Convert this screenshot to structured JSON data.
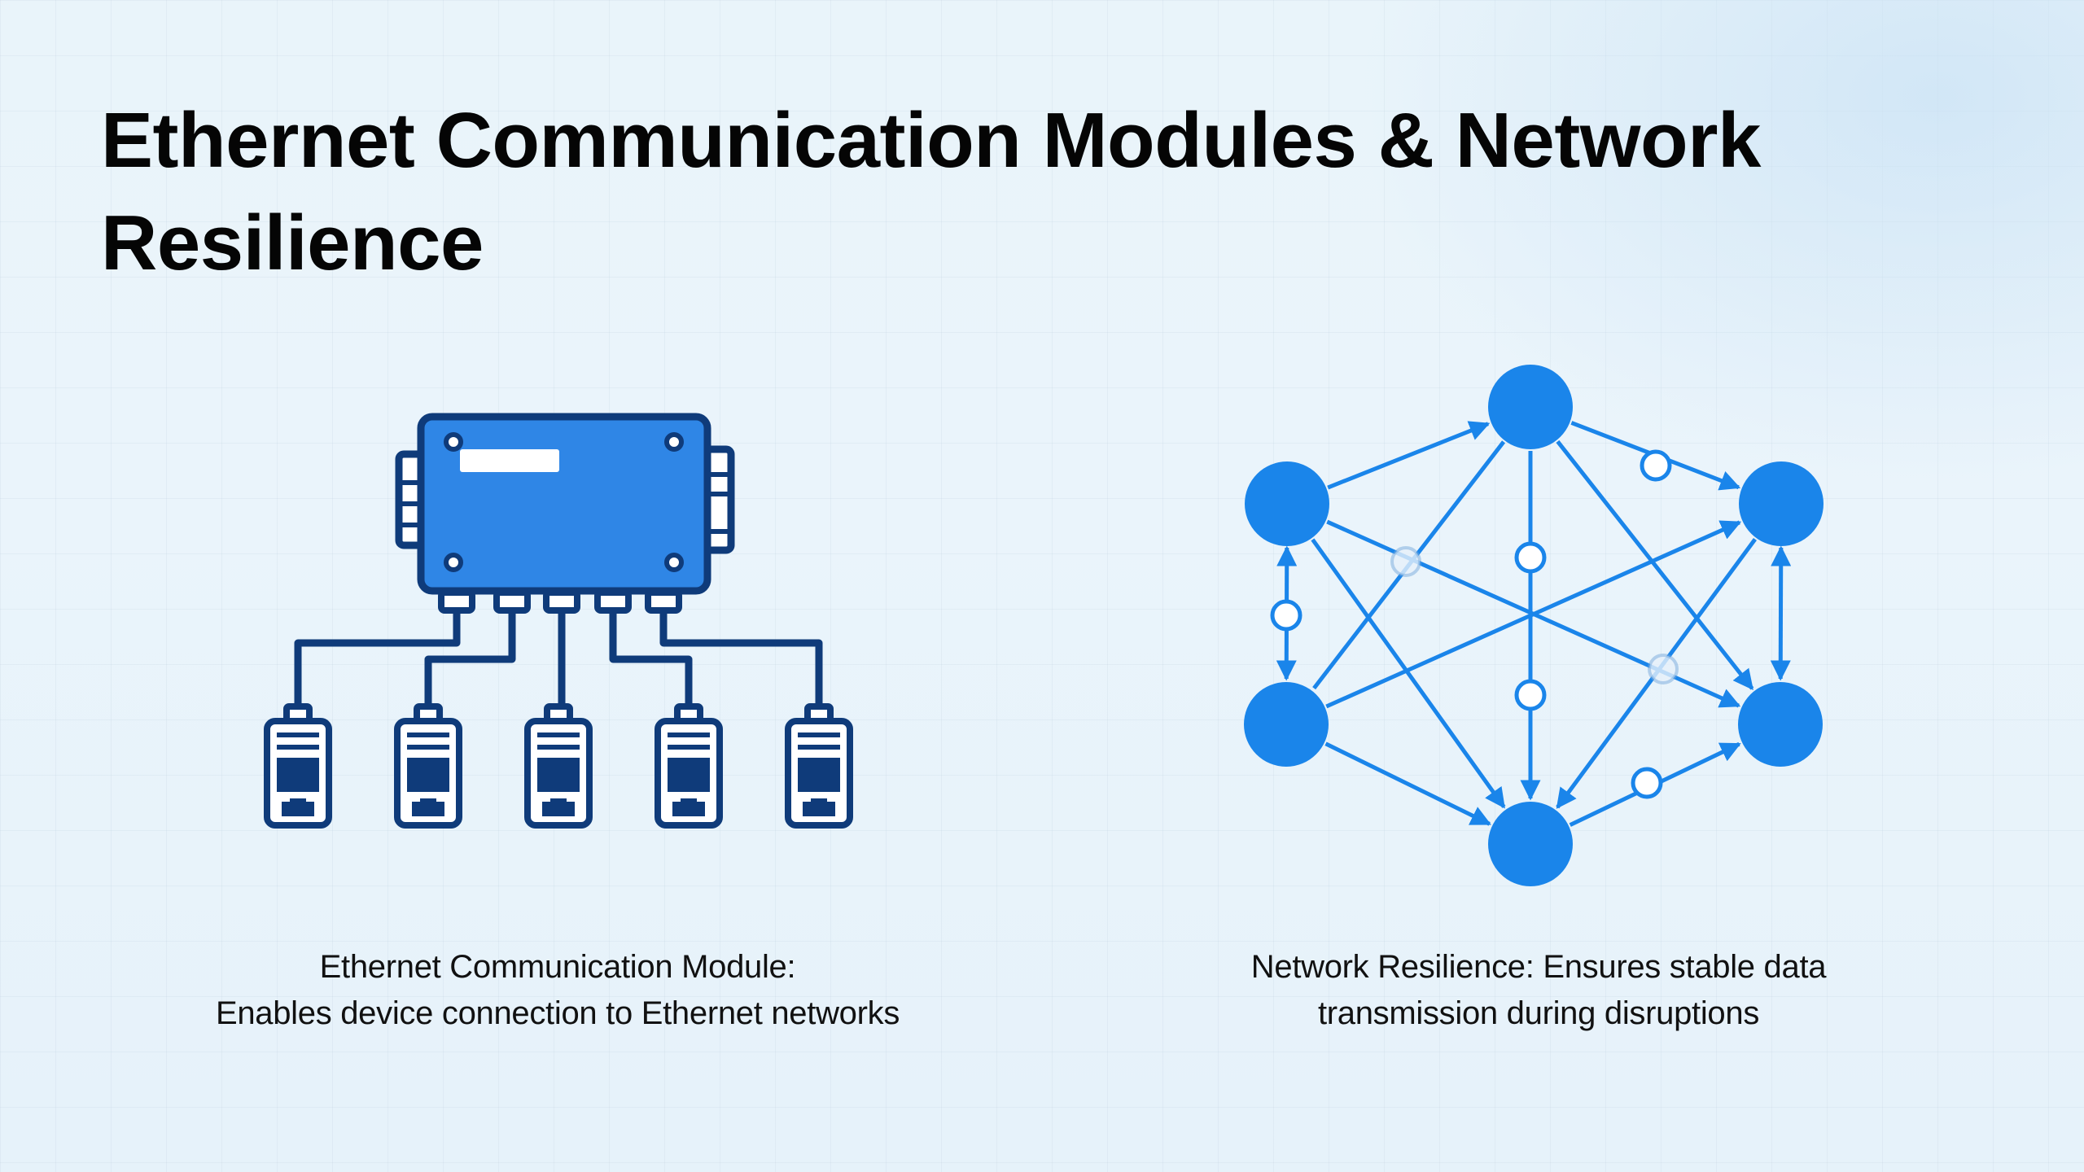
{
  "title": "Ethernet Communication Modules & Network Resilience",
  "left_panel": {
    "caption_line1": "Ethernet Communication Module:",
    "caption_line2": "Enables device connection to Ethernet networks",
    "module_port_count": 5,
    "connected_device_count": 5
  },
  "right_panel": {
    "caption_line1": "Network Resilience: Ensures stable data",
    "caption_line2": "transmission during disruptions",
    "node_count": 6
  },
  "colors": {
    "module_fill": "#2f86e6",
    "module_outline": "#0f3b7a",
    "node_fill": "#1a85ea",
    "edge": "#1a85ea",
    "text": "#050505"
  }
}
